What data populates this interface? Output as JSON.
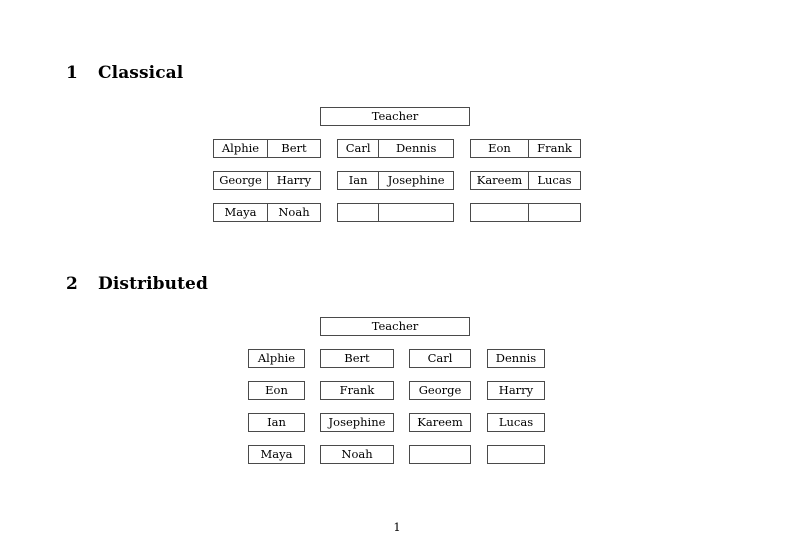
{
  "document": {
    "page_number": "1",
    "sections": [
      {
        "number": "1",
        "title": "Classical",
        "layout": "paired-cells",
        "teacher": {
          "label": "Teacher"
        },
        "groups": [
          {
            "group_index": 0,
            "rows": [
              {
                "cells": [
                  "Alphie",
                  "Bert"
                ]
              },
              {
                "cells": [
                  "George",
                  "Harry"
                ]
              },
              {
                "cells": [
                  "Maya",
                  "Noah"
                ]
              }
            ]
          },
          {
            "group_index": 1,
            "rows": [
              {
                "cells": [
                  "Carl",
                  "Dennis"
                ]
              },
              {
                "cells": [
                  "Ian",
                  "Josephine"
                ]
              },
              {
                "cells": [
                  "",
                  ""
                ]
              }
            ]
          },
          {
            "group_index": 2,
            "rows": [
              {
                "cells": [
                  "Eon",
                  "Frank"
                ]
              },
              {
                "cells": [
                  "Kareem",
                  "Lucas"
                ]
              },
              {
                "cells": [
                  "",
                  ""
                ]
              }
            ]
          }
        ]
      },
      {
        "number": "2",
        "title": "Distributed",
        "layout": "single-cells",
        "teacher": {
          "label": "Teacher"
        },
        "rows": [
          {
            "cells": [
              "Alphie",
              "Bert",
              "Carl",
              "Dennis"
            ]
          },
          {
            "cells": [
              "Eon",
              "Frank",
              "George",
              "Harry"
            ]
          },
          {
            "cells": [
              "Ian",
              "Josephine",
              "Kareem",
              "Lucas"
            ]
          },
          {
            "cells": [
              "Maya",
              "Noah",
              "",
              ""
            ]
          }
        ]
      }
    ]
  }
}
